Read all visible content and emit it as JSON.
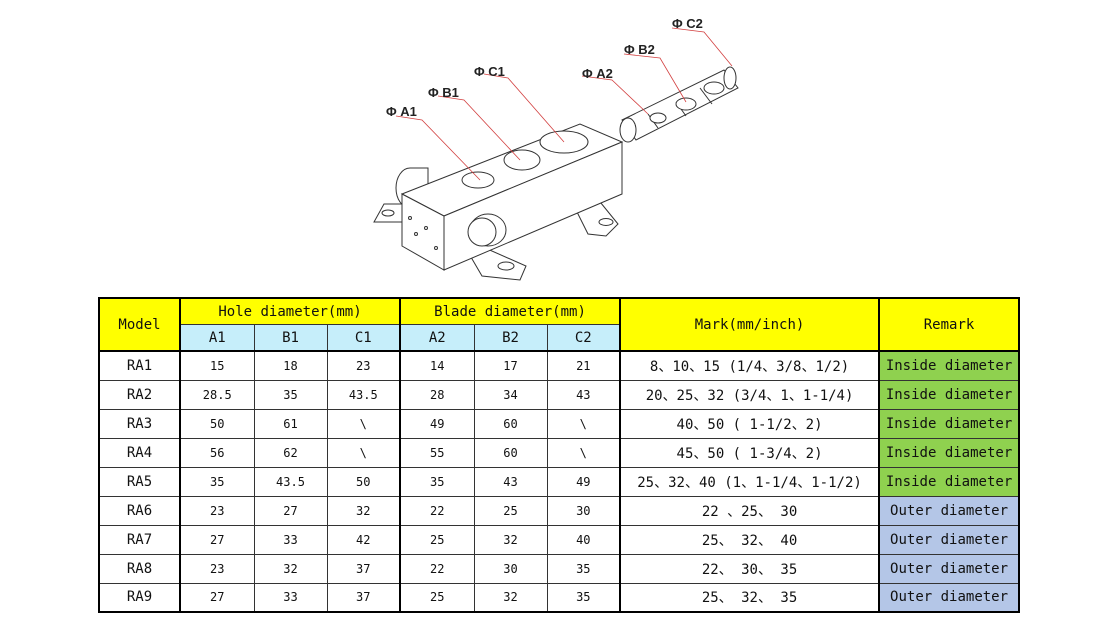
{
  "drawing": {
    "labels": {
      "a1": "Φ A1",
      "b1": "Φ B1",
      "c1": "Φ C1",
      "a2": "Φ A2",
      "b2": "Φ B2",
      "c2": "Φ C2"
    }
  },
  "table": {
    "headers": {
      "model": "Model",
      "hole": "Hole diameter(mm)",
      "blade": "Blade diameter(mm)",
      "mark": "Mark(mm/inch)",
      "remark": "Remark",
      "a1": "A1",
      "b1": "B1",
      "c1": "C1",
      "a2": "A2",
      "b2": "B2",
      "c2": "C2"
    },
    "rows": [
      {
        "model": "RA1",
        "a1": "15",
        "b1": "18",
        "c1": "23",
        "a2": "14",
        "b2": "17",
        "c2": "21",
        "mark": "8、10、15 (1/4、3/8、1/2)",
        "remark": "Inside diameter",
        "type": "inside"
      },
      {
        "model": "RA2",
        "a1": "28.5",
        "b1": "35",
        "c1": "43.5",
        "a2": "28",
        "b2": "34",
        "c2": "43",
        "mark": "20、25、32 (3/4、1、1-1/4)",
        "remark": "Inside diameter",
        "type": "inside"
      },
      {
        "model": "RA3",
        "a1": "50",
        "b1": "61",
        "c1": "\\",
        "a2": "49",
        "b2": "60",
        "c2": "\\",
        "mark": "40、50 ( 1-1/2、2)",
        "remark": "Inside diameter",
        "type": "inside"
      },
      {
        "model": "RA4",
        "a1": "56",
        "b1": "62",
        "c1": "\\",
        "a2": "55",
        "b2": "60",
        "c2": "\\",
        "mark": "45、50 ( 1-3/4、2)",
        "remark": "Inside diameter",
        "type": "inside"
      },
      {
        "model": "RA5",
        "a1": "35",
        "b1": "43.5",
        "c1": "50",
        "a2": "35",
        "b2": "43",
        "c2": "49",
        "mark": "25、32、40 (1、1-1/4、1-1/2)",
        "remark": "Inside diameter",
        "type": "inside"
      },
      {
        "model": "RA6",
        "a1": "23",
        "b1": "27",
        "c1": "32",
        "a2": "22",
        "b2": "25",
        "c2": "30",
        "mark": "22 、25、 30",
        "remark": "Outer diameter",
        "type": "outer"
      },
      {
        "model": "RA7",
        "a1": "27",
        "b1": "33",
        "c1": "42",
        "a2": "25",
        "b2": "32",
        "c2": "40",
        "mark": "25、 32、 40",
        "remark": "Outer diameter",
        "type": "outer"
      },
      {
        "model": "RA8",
        "a1": "23",
        "b1": "32",
        "c1": "37",
        "a2": "22",
        "b2": "30",
        "c2": "35",
        "mark": "22、 30、 35",
        "remark": "Outer diameter",
        "type": "outer"
      },
      {
        "model": "RA9",
        "a1": "27",
        "b1": "33",
        "c1": "37",
        "a2": "25",
        "b2": "32",
        "c2": "35",
        "mark": "25、 32、 35",
        "remark": "Outer diameter",
        "type": "outer"
      }
    ]
  },
  "colors": {
    "header_yellow": "#ffff00",
    "subheader_cyan": "#c6eefa",
    "inside_green": "#8fd14f",
    "outer_blue": "#b4c6e7"
  }
}
